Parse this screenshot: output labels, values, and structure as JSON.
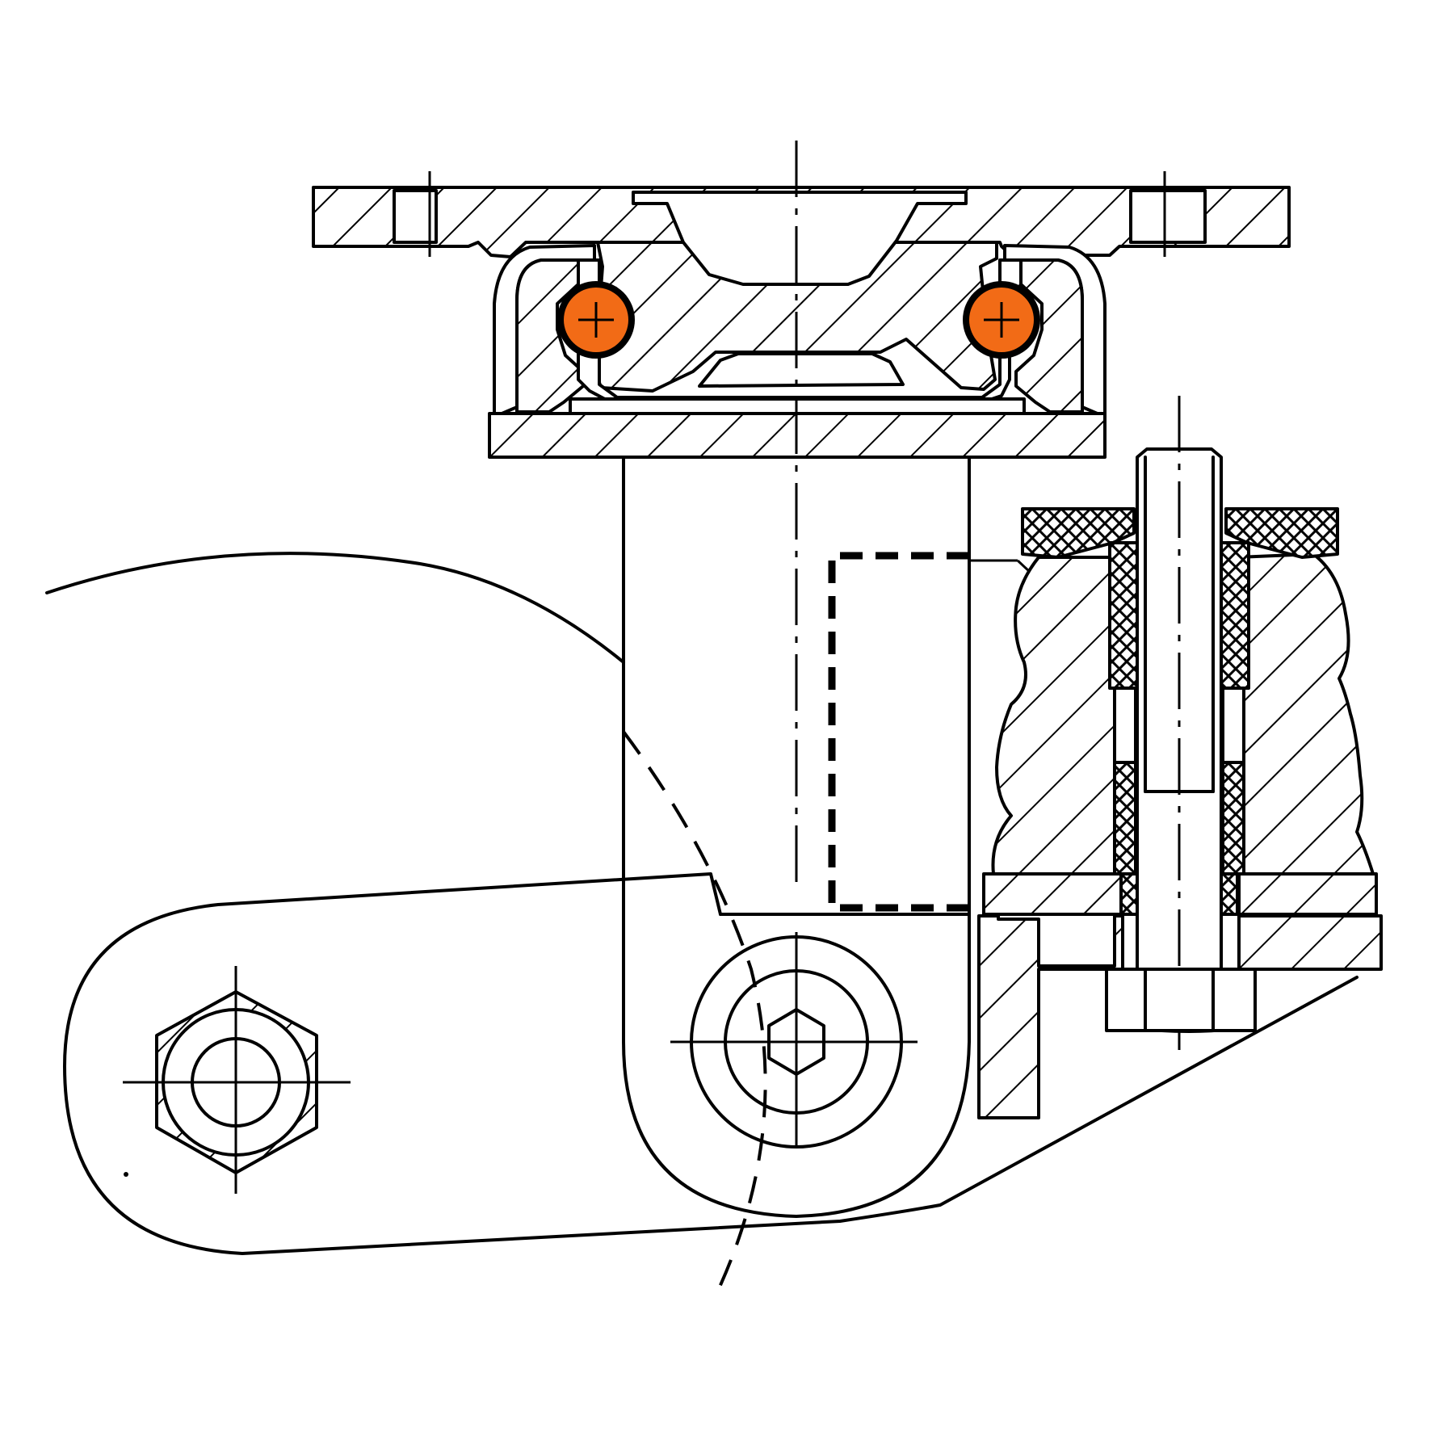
{
  "drawing": {
    "subject": "",
    "colors": {
      "line": "#000000",
      "background": "#ffffff",
      "ball_fill": "#f26b16"
    },
    "parts": [
      "top-plate",
      "ball-bearing-left",
      "ball-bearing-right",
      "fork-leg",
      "wheel-arc",
      "axle-hub",
      "brake-pedal-arm",
      "pedal-bolt-hex",
      "rubber-buffer",
      "stud-bolt"
    ]
  }
}
